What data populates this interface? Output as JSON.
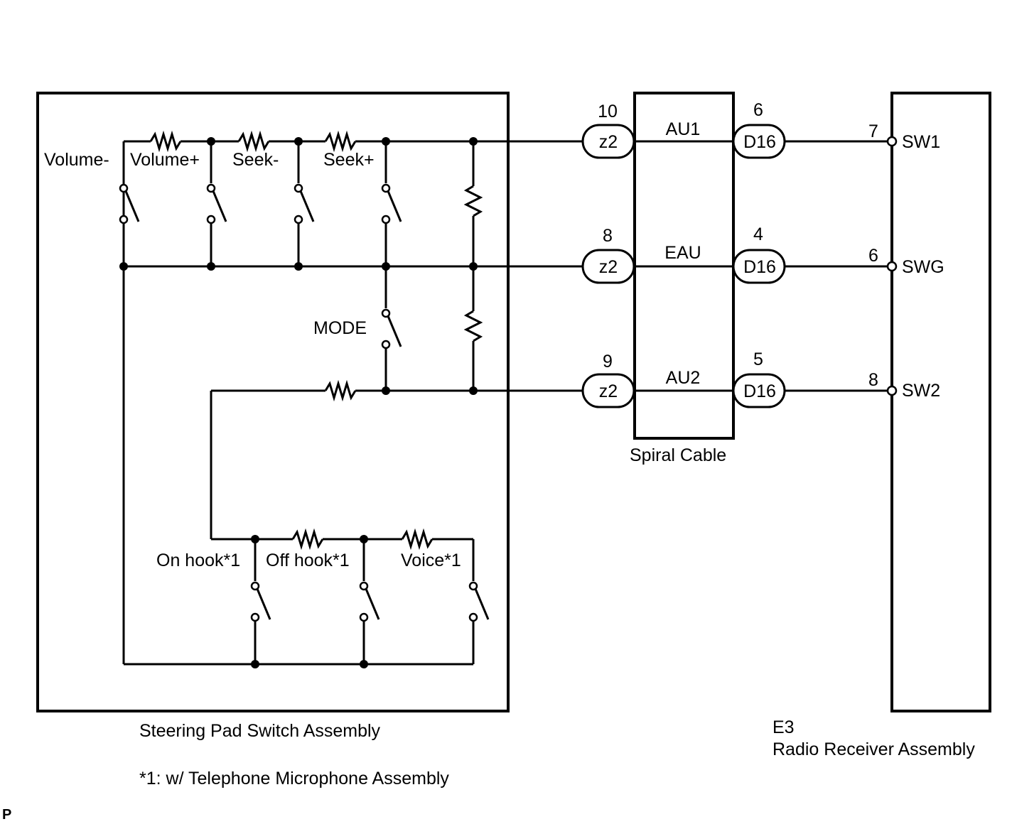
{
  "assemblies": {
    "steering_pad": "Steering Pad Switch Assembly",
    "spiral_cable": "Spiral Cable",
    "radio_code": "E3",
    "radio": "Radio Receiver Assembly"
  },
  "footnote": "*1: w/ Telephone Microphone Assembly",
  "corner_mark": "P",
  "switches": {
    "volume_minus": "Volume-",
    "volume_plus": "Volume+",
    "seek_minus": "Seek-",
    "seek_plus": "Seek+",
    "mode": "MODE",
    "on_hook": "On hook*1",
    "off_hook": "Off hook*1",
    "voice": "Voice*1"
  },
  "circuits": [
    {
      "z2_pin": "10",
      "z2_label": "z2",
      "spiral_signal": "AU1",
      "d16_pin": "6",
      "d16_label": "D16",
      "radio_pin": "7",
      "radio_terminal": "SW1"
    },
    {
      "z2_pin": "8",
      "z2_label": "z2",
      "spiral_signal": "EAU",
      "d16_pin": "4",
      "d16_label": "D16",
      "radio_pin": "6",
      "radio_terminal": "SWG"
    },
    {
      "z2_pin": "9",
      "z2_label": "z2",
      "spiral_signal": "AU2",
      "d16_pin": "5",
      "d16_label": "D16",
      "radio_pin": "8",
      "radio_terminal": "SW2"
    }
  ]
}
